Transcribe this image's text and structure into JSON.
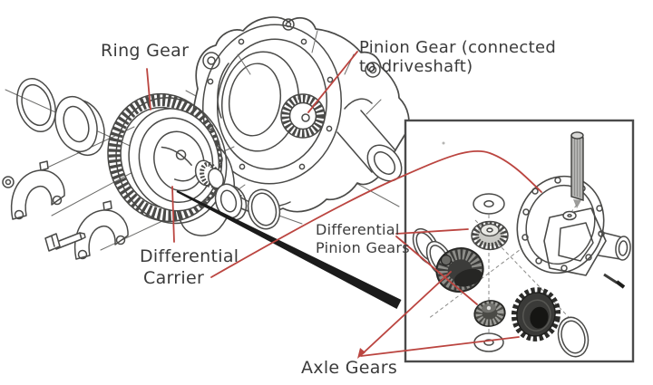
{
  "figure": {
    "type": "exploded-parts-diagram",
    "subject": "automotive differential",
    "labels": {
      "ring_gear": "Ring Gear",
      "pinion_gear": [
        "Pinion Gear (connected",
        "to driveshaft)"
      ],
      "differential_carrier": [
        "Differential",
        "Carrier"
      ],
      "differential_pinion_gears": [
        "Differential",
        "Pinion Gears"
      ],
      "axle_gears": "Axle Gears"
    },
    "colors": {
      "background": "#ffffff",
      "line_art": "#4a4a48",
      "annotation_red": "#bb4540",
      "label_text": "#3b3b3b",
      "highlight_black": "#1b1b1b",
      "inset_border": "#4a4a4a"
    }
  }
}
